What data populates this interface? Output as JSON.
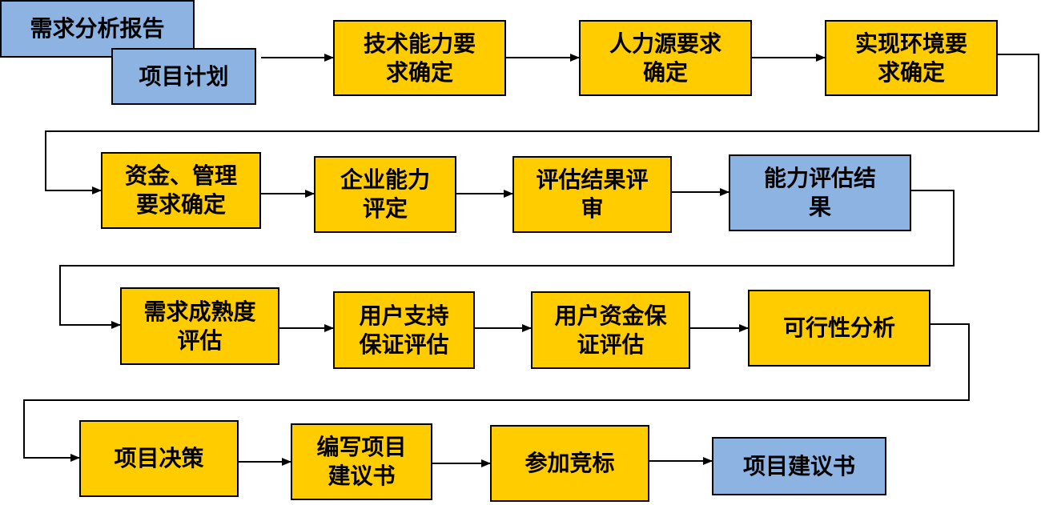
{
  "colors": {
    "blue": "#8db3e2",
    "gold": "#ffcc00",
    "line": "#000000"
  },
  "nodes": [
    {
      "id": "n0",
      "label": "需求分析报告",
      "color": "blue"
    },
    {
      "id": "n1",
      "label": "项目计划",
      "color": "blue"
    },
    {
      "id": "n2",
      "label": "技术能力要\n求确定",
      "color": "gold"
    },
    {
      "id": "n3",
      "label": "人力源要求\n确定",
      "color": "gold"
    },
    {
      "id": "n4",
      "label": "实现环境要\n求确定",
      "color": "gold"
    },
    {
      "id": "n5",
      "label": "资金、管理\n要求确定",
      "color": "gold"
    },
    {
      "id": "n6",
      "label": "企业能力\n评定",
      "color": "gold"
    },
    {
      "id": "n7",
      "label": "评估结果评\n审",
      "color": "gold"
    },
    {
      "id": "n8",
      "label": "能力评估结\n果",
      "color": "blue"
    },
    {
      "id": "n9",
      "label": "需求成熟度\n评估",
      "color": "gold"
    },
    {
      "id": "n10",
      "label": "用户支持\n保证评估",
      "color": "gold"
    },
    {
      "id": "n11",
      "label": "用户资金保\n证评估",
      "color": "gold"
    },
    {
      "id": "n12",
      "label": "可行性分析",
      "color": "gold"
    },
    {
      "id": "n13",
      "label": "项目决策",
      "color": "gold"
    },
    {
      "id": "n14",
      "label": "编写项目\n建议书",
      "color": "gold"
    },
    {
      "id": "n15",
      "label": "参加竞标",
      "color": "gold"
    },
    {
      "id": "n16",
      "label": "项目建议书",
      "color": "blue"
    }
  ],
  "edges": [
    [
      "n1",
      "n2"
    ],
    [
      "n2",
      "n3"
    ],
    [
      "n3",
      "n4"
    ],
    [
      "n4",
      "n5"
    ],
    [
      "n5",
      "n6"
    ],
    [
      "n6",
      "n7"
    ],
    [
      "n7",
      "n8"
    ],
    [
      "n8",
      "n9"
    ],
    [
      "n9",
      "n10"
    ],
    [
      "n10",
      "n11"
    ],
    [
      "n11",
      "n12"
    ],
    [
      "n12",
      "n13"
    ],
    [
      "n13",
      "n14"
    ],
    [
      "n14",
      "n15"
    ],
    [
      "n15",
      "n16"
    ]
  ]
}
